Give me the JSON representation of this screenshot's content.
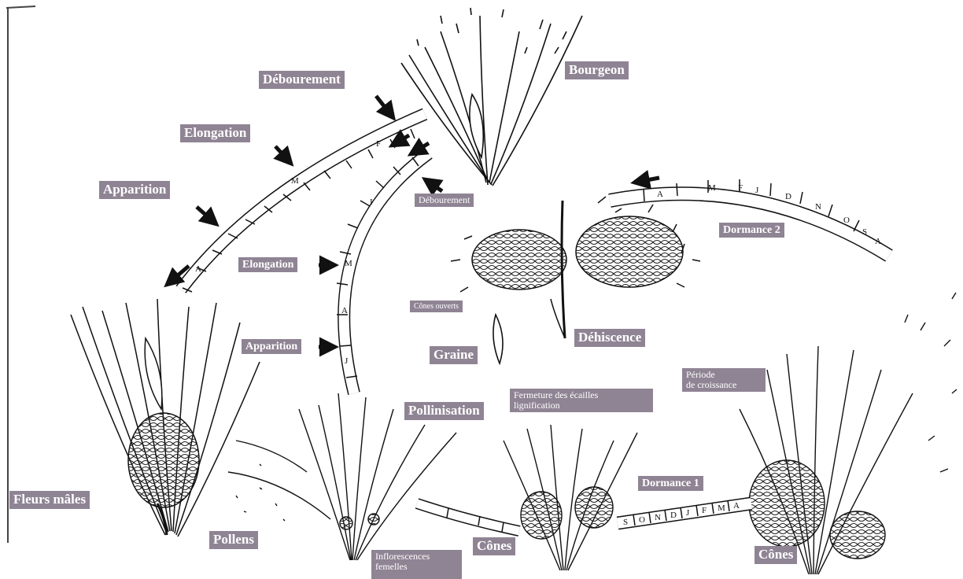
{
  "diagram": {
    "labels": {
      "bourgeon": "Bourgeon",
      "debourrement_top": "Débourement",
      "elongation_left": "Elongation",
      "apparition_left": "Apparition",
      "debourrement_small": "Débourement",
      "elongation_mid": "Elongation",
      "apparition_mid": "Apparition",
      "dormance_2": "Dormance 2",
      "cones_ouverts": "Cônes ouverts",
      "dehiscence": "Déhiscence",
      "graine": "Graine",
      "pollinisation": "Pollinisation",
      "fermeture_line1": "Fermeture des écailles",
      "fermeture_line2": "lignification",
      "periode_line1": "Période",
      "periode_line2": "de croissance",
      "fleurs_males": "Fleurs mâles",
      "pollens": "Pollens",
      "inflorescences_line1": "Inflorescences",
      "inflorescences_line2": "femelles",
      "cones_center": "Cônes",
      "dormance_1": "Dormance 1",
      "cones_right": "Cônes"
    },
    "bands": {
      "upper_months": [
        "A",
        "M",
        "F"
      ],
      "middle_months": [
        "J",
        "A",
        "M",
        "I"
      ],
      "dormance2_months": [
        "A",
        "M",
        "F",
        "J",
        "D",
        "N",
        "O",
        "S",
        "A"
      ],
      "dormance1_months": [
        "S",
        "O",
        "N",
        "D",
        "J",
        "F",
        "M",
        "A"
      ]
    }
  }
}
